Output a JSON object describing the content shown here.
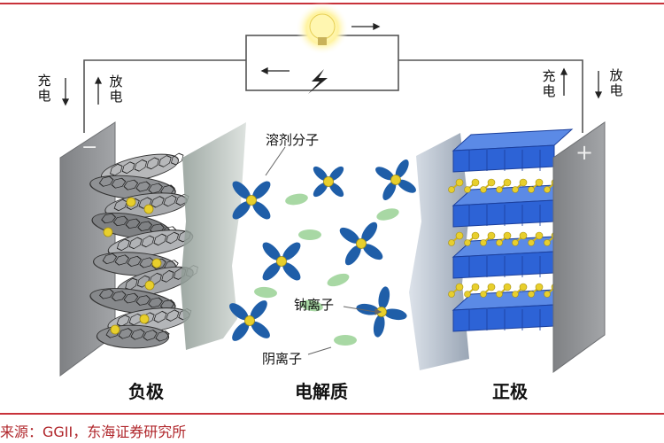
{
  "labels": {
    "charge": "充电",
    "discharge": "放电",
    "solvent": "溶剂分子",
    "sodium": "钠离子",
    "anion": "阴离子",
    "negative": "负极",
    "electrolyte": "电解质",
    "positive": "正极",
    "minus": "−",
    "plus": "+"
  },
  "source": "来源：GGII，东海证券研究所",
  "colors": {
    "frame_line": "#c8323a",
    "source_text": "#b0262b",
    "solvent_blue": "#1f5ea8",
    "sodium_yellow": "#e8cf2c",
    "anion_green": "#9fd49a",
    "cathode_blue": "#2d63d6",
    "electrode_gray": "#8a8c8f",
    "separator": "#9aa6a0"
  },
  "icons": [
    "light-bulb-icon",
    "lightning-icon",
    "arrow-right-icon",
    "arrow-left-icon",
    "arrow-up-icon",
    "arrow-down-icon"
  ]
}
